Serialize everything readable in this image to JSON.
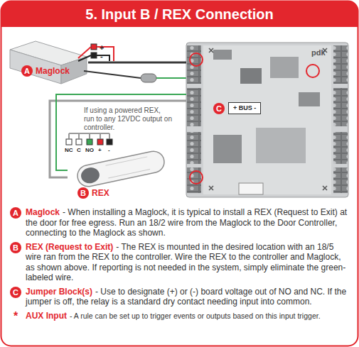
{
  "diagram": {
    "title": "5. Input B / REX Connection",
    "nodes": [
      {
        "text": [
          "A",
          "Maglock"
        ]
      },
      {
        "text": [
          "B",
          "REX"
        ]
      },
      {
        "text": [
          "pdk"
        ]
      },
      {
        "text": [
          "C",
          "+ BUS -"
        ],
        "in": 2
      }
    ],
    "edges": [
      {
        "from": 0,
        "to": 2,
        "arrow": "none"
      },
      {
        "from": 1,
        "to": 2,
        "arrow": "none"
      },
      {
        "from": 1,
        "to": 2,
        "arrow": "none"
      }
    ],
    "labels": [
      "+",
      "-",
      "If using a powered REX, run to any 12VDC output on controller.",
      "NC",
      "C",
      "NO",
      "+",
      "-",
      "A",
      "Maglock",
      "- When installing a Maglock, it is typical to install a REX (Request to Exit) at the door for free egress. Run an 18/2 wire from the Maglock to the Door Controller, connecting to the Maglock as shown.",
      "B",
      "REX (Request to Exit)",
      "- The REX is mounted in the desired location with an 18/5 wire ran from the REX to the controller. Wire the REX to the controller and Maglock, as shown above. If reporting is not needed in the system, simply eliminate the green-labeled wire.",
      "C",
      "Jumper Block(s)",
      "- Use to designate (+) or (-) board voltage out of NO and NC. If the jumper is off, the relay is a standard dry contact needing input into common.",
      "*",
      "AUX Input",
      "- A rule can be set up to trigger events or outputs based on this input trigger."
    ]
  }
}
